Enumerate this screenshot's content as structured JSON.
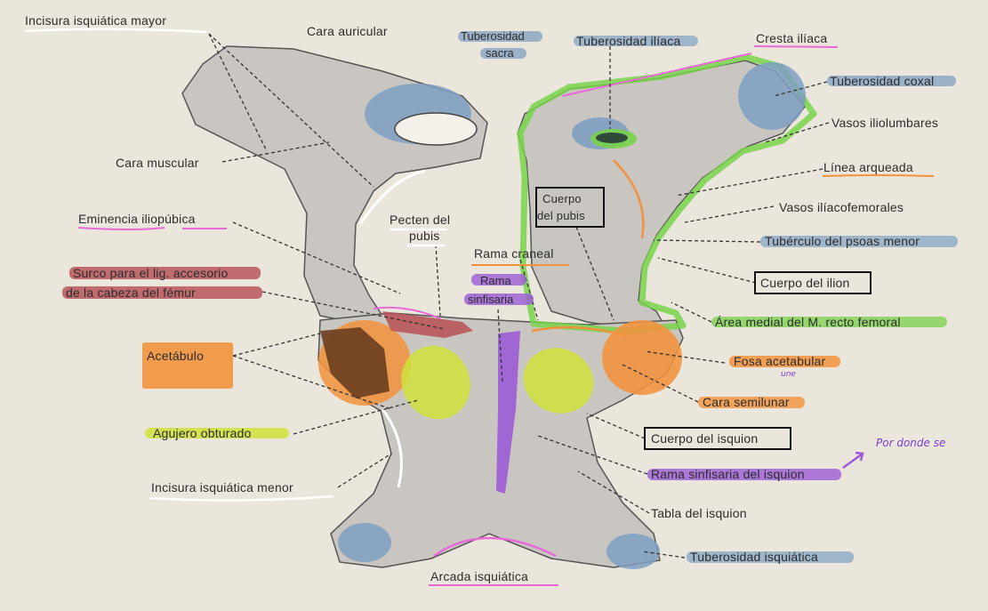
{
  "labels": {
    "incisura_mayor": "Incisura isquiática mayor",
    "cara_auricular": "Cara auricular",
    "tuberosidad_sacra_1": "Tuberosidad",
    "tuberosidad_sacra_2": "sacra",
    "tuberosidad_iliaca": "Tuberosidad ilíaca",
    "cresta_iliaca": "Cresta ilíaca",
    "tuberosidad_coxal": "Tuberosidad coxal",
    "vasos_iliolumbares": "Vasos iliolumbares",
    "cara_muscular": "Cara muscular",
    "linea_arqueada": "Línea arqueada",
    "vasos_iliacofemorales": "Vasos ilíacofemorales",
    "eminencia_iliopubica": "Eminencia iliopúbica",
    "pecten_1": "Pecten del",
    "pecten_2": "pubis",
    "cuerpo_pubis_1": "Cuerpo",
    "cuerpo_pubis_2": "del pubis",
    "tuberculo_psoas": "Tubérculo del psoas menor",
    "rama_craneal": "Rama craneal",
    "surco_1": "Surco para el lig. accesorio",
    "surco_2": "de la cabeza del fémur",
    "rama_sinfisaria_1": "Rama",
    "rama_sinfisaria_2": "sinfisaria",
    "cuerpo_ilion": "Cuerpo del ilion",
    "area_medial": "Área medial del M. recto femoral",
    "acetabulo": "Acetábulo",
    "fosa_acetabular": "Fosa acetabular",
    "une": "une",
    "cara_semilunar": "Cara semilunar",
    "agujero_obturado": "Agujero obturado",
    "cuerpo_isquion": "Cuerpo del isquion",
    "por_donde": "Por donde se",
    "rama_sinfisaria_isquion": "Rama sinfisaria del isquion",
    "incisura_menor": "Incisura isquiática menor",
    "tabla_isquion": "Tabla del isquion",
    "tuberosidad_isquiatica": "Tuberosidad isquiática",
    "arcada_isquiatica": "Arcada isquiática"
  },
  "colors": {
    "paper": "#ebe6dc",
    "bone": "#c9c6c1",
    "blue": "#7f9fc2",
    "green": "#78d24a",
    "orange": "#f2923c",
    "yellow": "#d0e03a",
    "purple": "#9b5bd6",
    "red": "#b8555a",
    "pink": "#e86ad8",
    "brown": "#6a3d1e"
  }
}
